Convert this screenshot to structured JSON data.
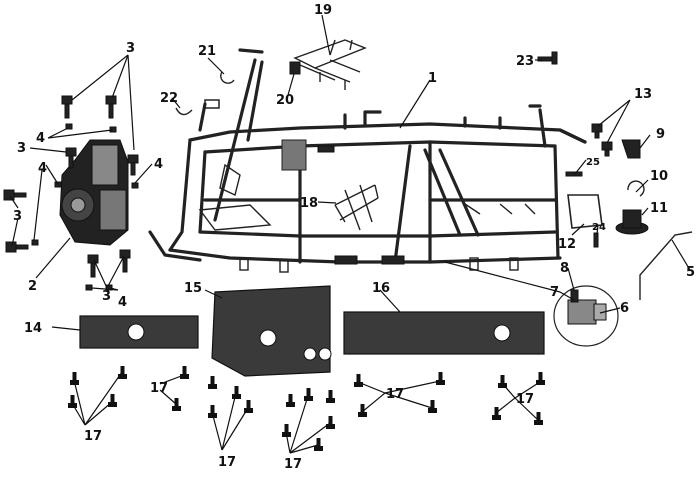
{
  "diagram": {
    "labels": {
      "l1": "1",
      "l2": "2",
      "l3a": "3",
      "l3b": "3",
      "l3c": "3",
      "l3d": "3",
      "l4a": "4",
      "l4b": "4",
      "l4c": "4",
      "l4d": "4",
      "l5": "5",
      "l6": "6",
      "l7": "7",
      "l8": "8",
      "l9": "9",
      "l10": "10",
      "l11": "11",
      "l12": "12",
      "l13": "13",
      "l14": "14",
      "l15": "15",
      "l16": "16",
      "l17a": "17",
      "l17b": "17",
      "l17c": "17",
      "l17d": "17",
      "l17e": "17",
      "l17f": "17",
      "l18": "18",
      "l19": "19",
      "l20": "20",
      "l21": "21",
      "l22": "22",
      "l23": "23",
      "l24": "24",
      "l25": "25"
    }
  }
}
